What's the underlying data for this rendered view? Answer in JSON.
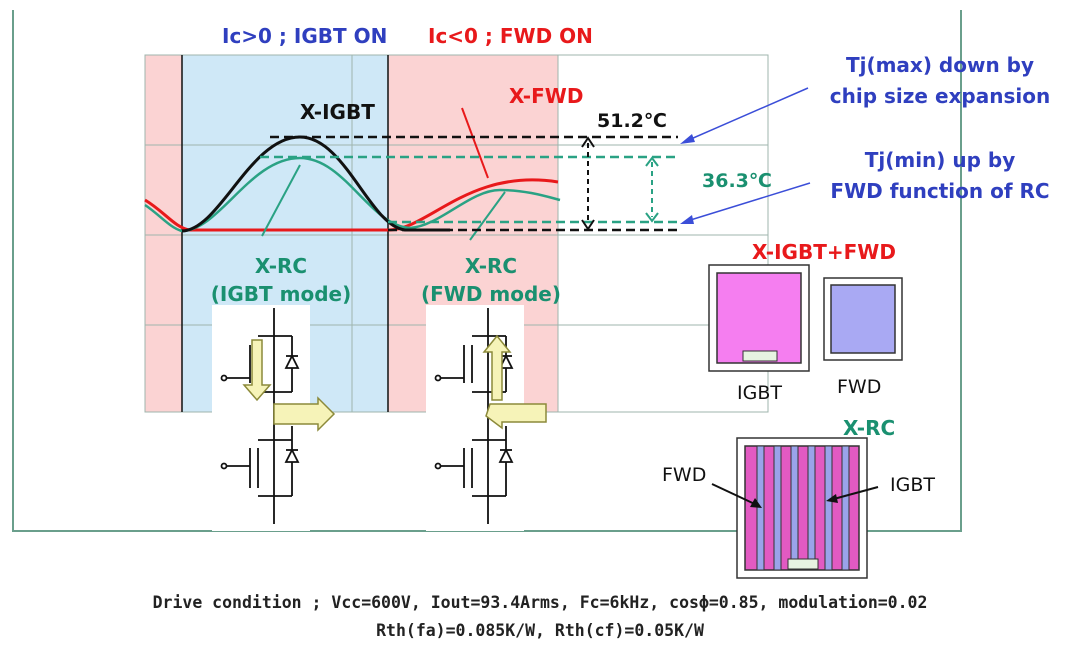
{
  "header": {
    "igbt_on": "Ic>0 ; IGBT ON",
    "fwd_on": "Ic<0 ; FWD ON"
  },
  "curves": {
    "x_igbt": "X-IGBT",
    "x_fwd": "X-FWD",
    "x_rc_igbt_line1": "X-RC",
    "x_rc_igbt_line2": "(IGBT mode)",
    "x_rc_fwd_line1": "X-RC",
    "x_rc_fwd_line2": "(FWD mode)"
  },
  "measurements": {
    "delta_x": "51.2℃",
    "delta_rc": "36.3℃"
  },
  "notes": {
    "tjmax_line1": "Tj(max) down by",
    "tjmax_line2": "chip size expansion",
    "tjmin_line1": "Tj(min) up by",
    "tjmin_line2": "FWD function of RC"
  },
  "chips": {
    "x_title": "X-IGBT+FWD",
    "igbt_label": "IGBT",
    "fwd_label": "FWD",
    "rc_title": "X-RC",
    "rc_fwd_label": "FWD",
    "rc_igbt_label": "IGBT"
  },
  "footer": {
    "line1": "Drive condition ; Vcc=600V, Iout=93.4Arms, Fc=6kHz, cosϕ=0.85, modulation=0.02",
    "line2": "Rth(fa)=0.085K/W, Rth(cf)=0.05K/W"
  },
  "colors": {
    "igbt_region": "#cfe8f7",
    "fwd_region": "#fbd3d3",
    "x_igbt_curve": "#111111",
    "x_fwd_curve": "#e8191b",
    "rc_curve": "#2aa284",
    "arrow_fill": "#f6f3b8",
    "chip_pink": "#f57ef0",
    "chip_lavender": "#a9a9f3",
    "rc_stripe_pink": "#e25ac2",
    "rc_stripe_blue": "#9aa3ea",
    "label_blue": "#2f3fbf"
  }
}
